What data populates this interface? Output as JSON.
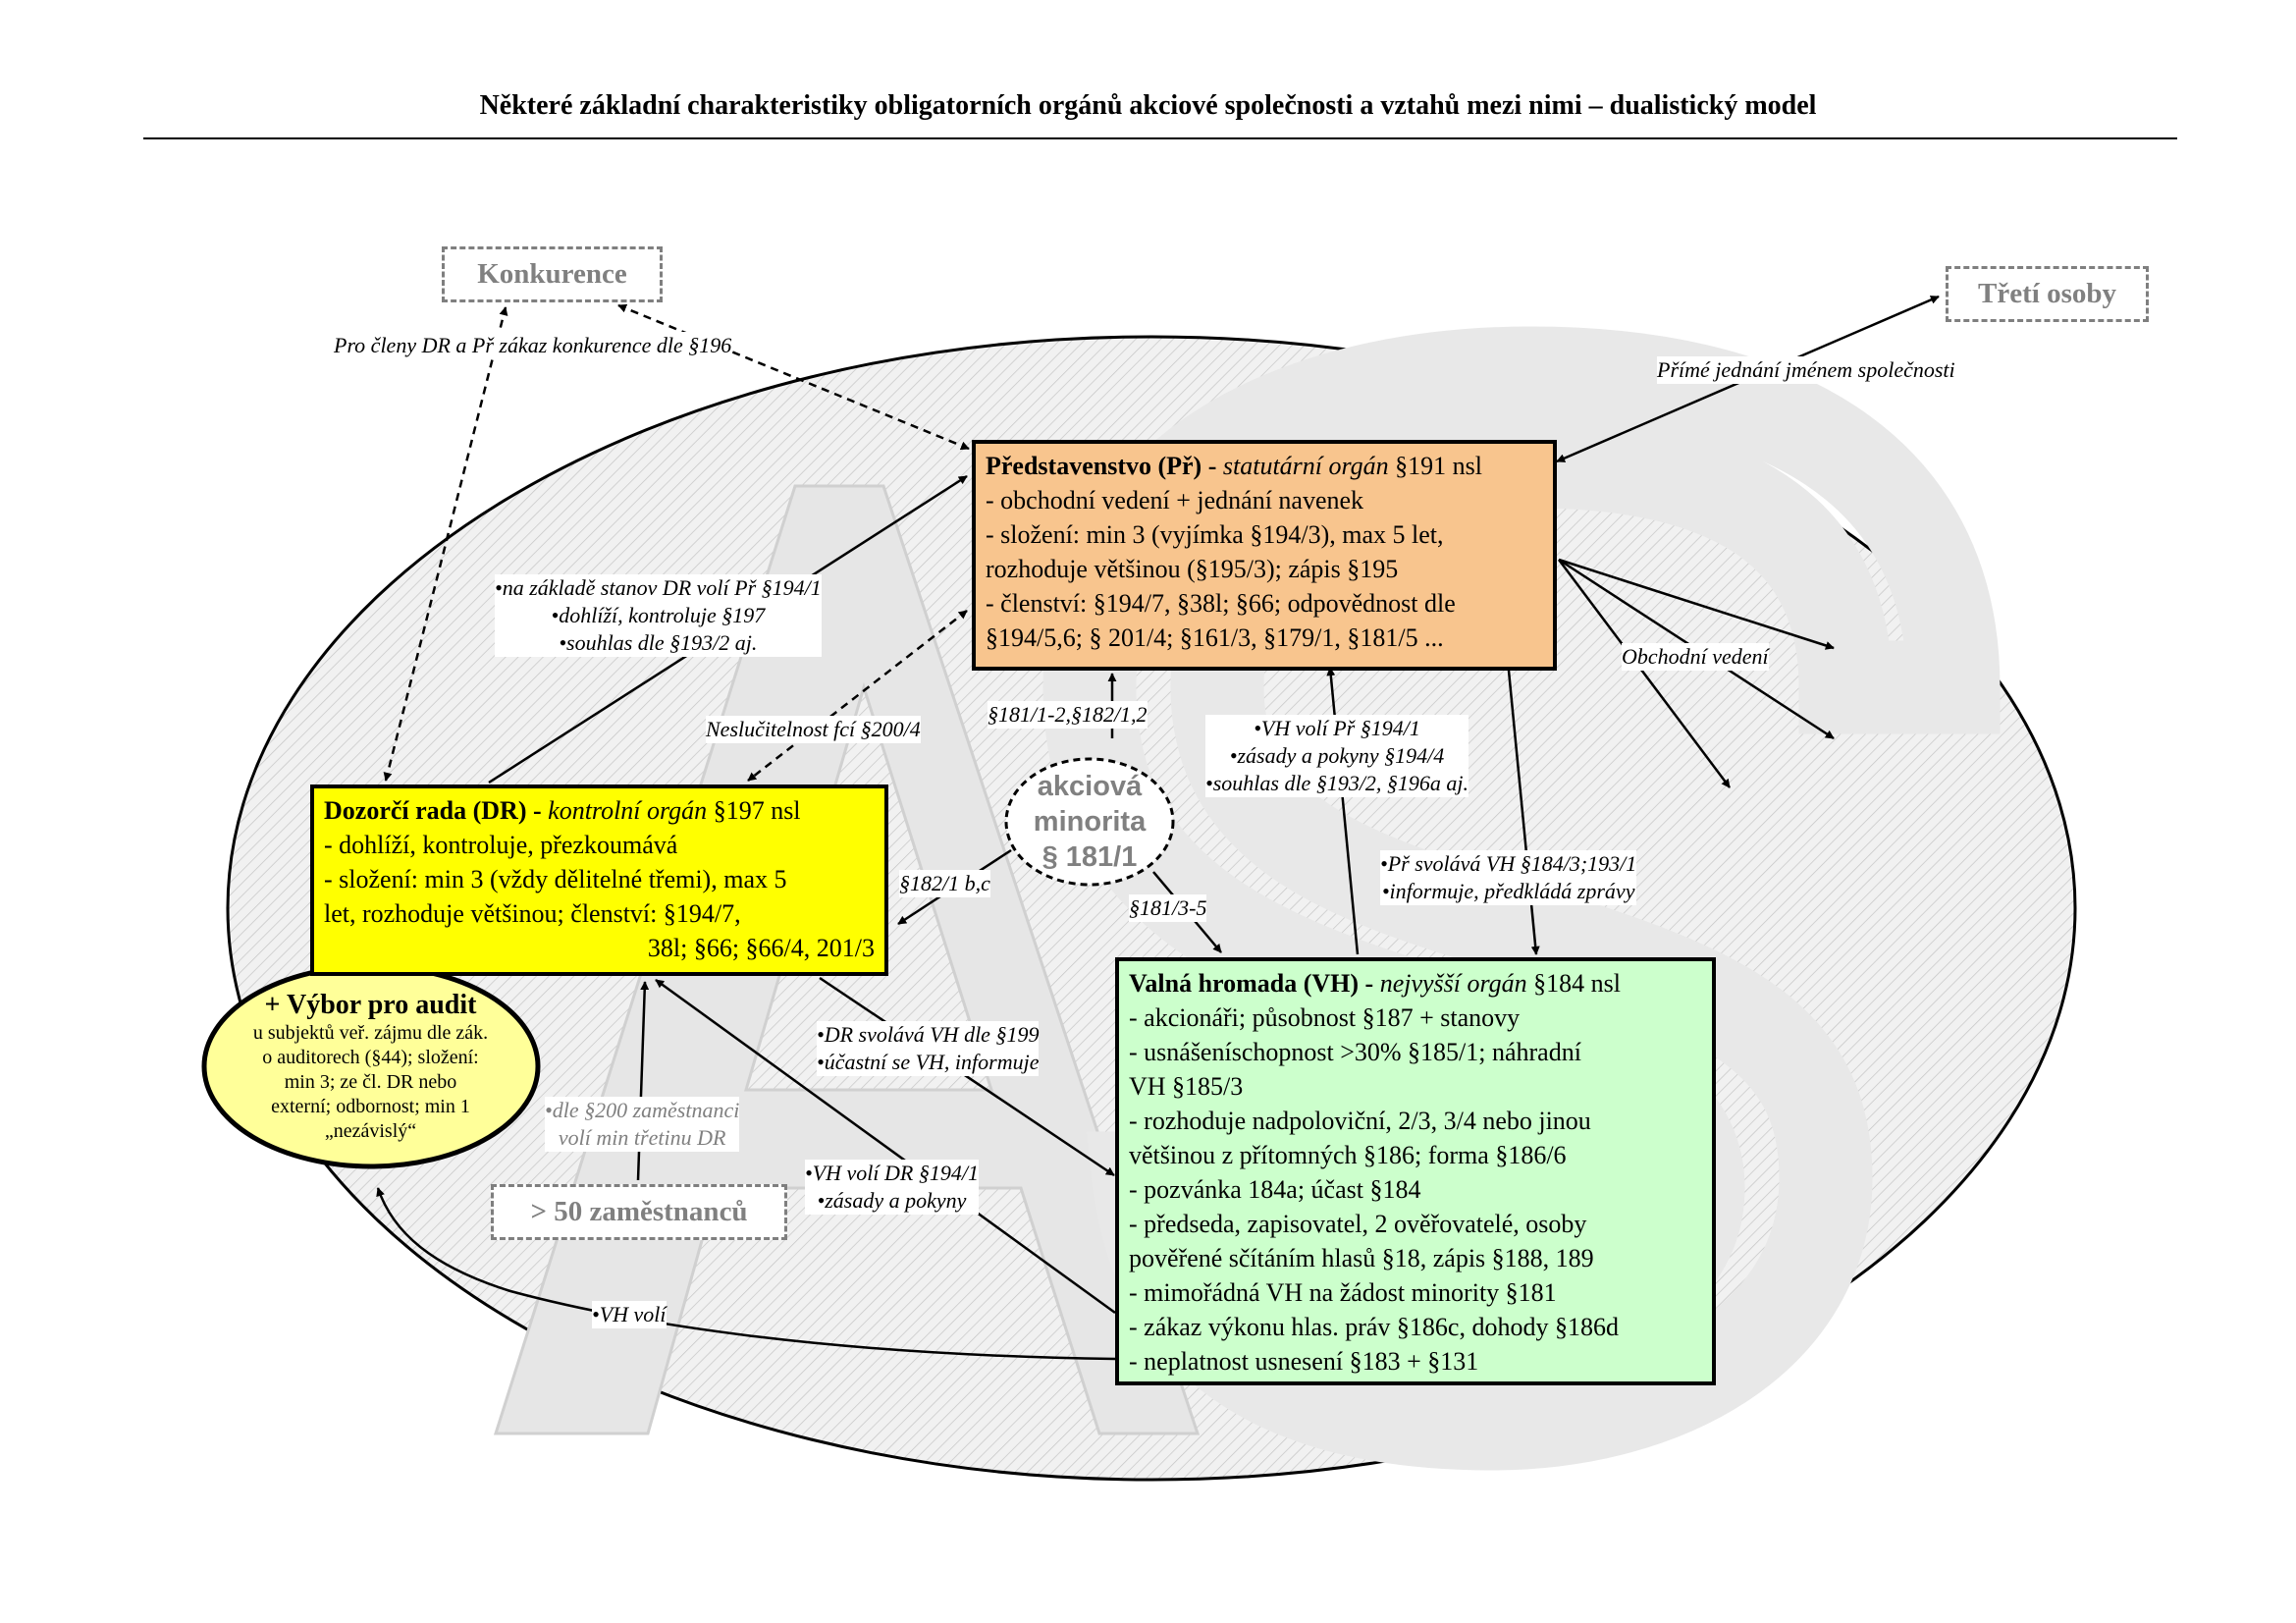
{
  "title": "Některé základní charakteristiky obligatorních orgánů akciové společnosti a vztahů mezi nimi – dualistický model",
  "colors": {
    "board": "#f8c58e",
    "supervisory": "#ffff00",
    "general_meeting": "#ccffcc",
    "audit_committee": "#ffff99",
    "ellipse": "#d9d9d9",
    "external": "#808080"
  },
  "external": {
    "konkurence": "Konkurence",
    "treti_osoby": "Třetí osoby",
    "zamestnanci": "> 50 zaměstnanců"
  },
  "board": {
    "title": "Představenstvo (Př) -",
    "role": "statutární orgán",
    "ref": "§191 nsl",
    "lines": [
      "- obchodní vedení + jednání navenek",
      "- složení: min 3 (vyjímka §194/3), max 5 let,",
      "rozhoduje většinou (§195/3); zápis §195",
      "- členství: §194/7, §38l; §66; odpovědnost dle",
      "§194/5,6; § 201/4; §161/3, §179/1, §181/5 ..."
    ]
  },
  "supervisory": {
    "title": "Dozorčí rada (DR) -",
    "role": "kontrolní orgán",
    "ref": "§197 nsl",
    "lines": [
      "- dohlíží, kontroluje, přezkoumává",
      "- složení: min 3 (vždy dělitelné třemi), max 5",
      "let, rozhoduje většinou; členství: §194/7,",
      "38l; §66; §66/4, 201/3"
    ]
  },
  "general_meeting": {
    "title": "Valná hromada (VH) -",
    "role": "nejvyšší orgán",
    "ref": "§184 nsl",
    "lines": [
      "- akcionáři; působnost §187 + stanovy",
      "- usnášeníschopnost >30% §185/1; náhradní",
      "VH §185/3",
      "- rozhoduje nadpoloviční, 2/3, 3/4 nebo jinou",
      "většinou z přítomných §186; forma §186/6",
      "- pozvánka 184a; účast §184",
      "- předseda, zapisovatel, 2 ověřovatelé, osoby",
      "pověřené sčítáním hlasů §18, zápis §188, 189",
      "- mimořádná VH na žádost minority §181",
      "- zákaz výkonu hlas. práv §186c, dohody §186d",
      "- neplatnost usnesení §183 + §131"
    ]
  },
  "audit_committee": {
    "title": "+ Výbor pro audit",
    "lines": [
      "u subjektů veř. zájmu dle zák.",
      "o auditorech (§44); složení:",
      "min 3; ze čl. DR nebo",
      "externí; odbornost; min 1",
      "„nezávislý“"
    ]
  },
  "minority": {
    "lines": [
      "akciová",
      "minorita",
      "§ 181/1"
    ]
  },
  "labels": {
    "konkurence_zakaz": "Pro členy DR a Př zákaz konkurence dle §196",
    "prime_jednani": "Přímé jednání jménem společnosti",
    "obchodni_vedeni": "Obchodní vedení",
    "dr_to_pr": [
      "•na základě stanov DR volí Př §194/1",
      "•dohlíží, kontroluje §197",
      "•souhlas dle §193/2 aj."
    ],
    "neslucitelnost": "Neslučitelnost fcí §200/4",
    "min_to_pr": "§181/1-2,§182/1,2",
    "min_to_dr": "§182/1 b,c",
    "min_to_vh": "§181/3-5",
    "vh_to_pr": [
      "•VH volí Př §194/1",
      "•zásady a pokyny §194/4",
      "•souhlas dle §193/2, §196a aj."
    ],
    "pr_to_vh": [
      "•Př svolává VH §184/3;193/1",
      "•informuje, předkládá zprávy"
    ],
    "dr_to_vh": [
      "•DR svolává VH dle §199",
      "•účastní se VH, informuje"
    ],
    "zam_to_dr": [
      "•dle §200 zaměstnanci",
      "volí min třetinu DR"
    ],
    "vh_to_dr": [
      "•VH volí DR §194/1",
      "•zásady a pokyny"
    ],
    "vh_to_audit": "•VH volí"
  }
}
